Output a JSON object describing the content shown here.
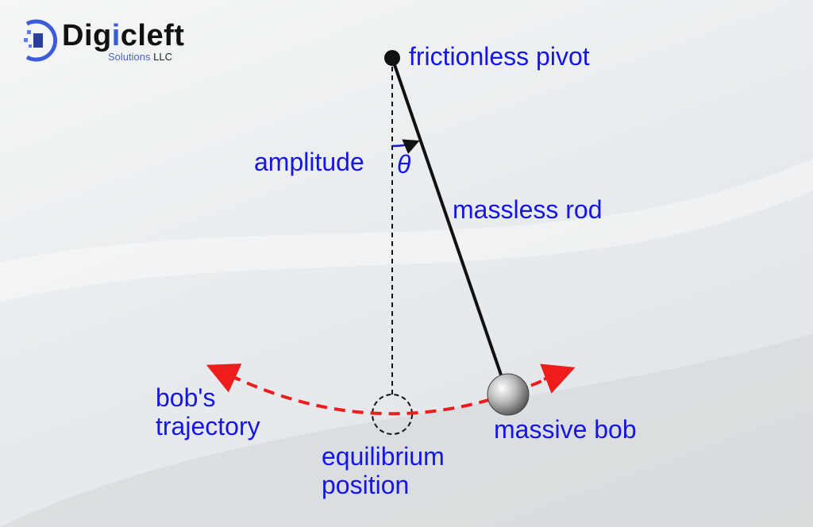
{
  "logo": {
    "name_pre": "Dig",
    "name_i": "i",
    "name_post": "cleft",
    "sub": "Solutions",
    "sub2": "LLC"
  },
  "labels": {
    "pivot": "frictionless pivot",
    "amplitude": "amplitude",
    "theta": "θ",
    "rod": "massless rod",
    "trajectory_line1": "bob's",
    "trajectory_line2": "trajectory",
    "bob": "massive bob",
    "equilibrium_line1": "equilibrium",
    "equilibrium_line2": "position"
  },
  "colors": {
    "label": "#1515e6",
    "trajectory": "#ee1c1c",
    "logo_accent": "#3b5bdb"
  }
}
